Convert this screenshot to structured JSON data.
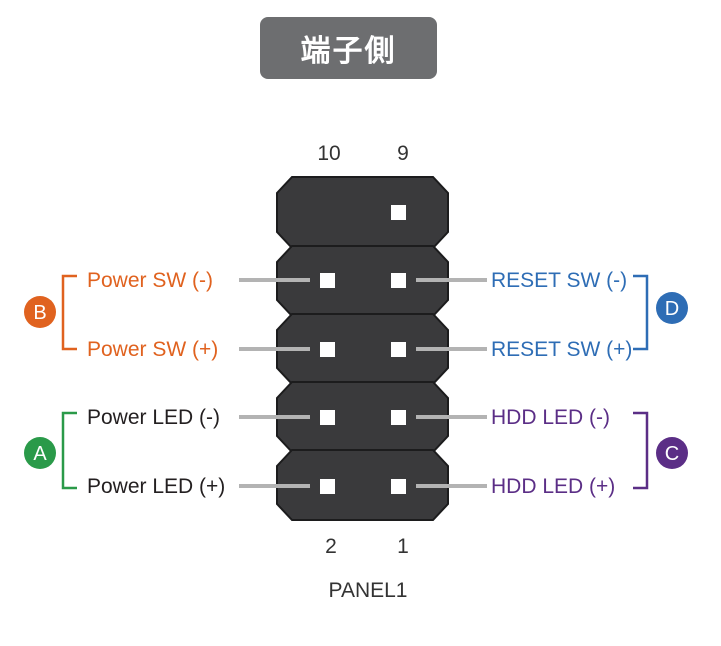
{
  "title": "端子側",
  "header_name": "PANEL1",
  "pin_numbers": {
    "top_left": "10",
    "top_right": "9",
    "bottom_left": "2",
    "bottom_right": "1"
  },
  "colors": {
    "title_bg": "#6d6e70",
    "header_body": "#3a3a3c",
    "lead": "#b3b3b3",
    "orange": "#e0621f",
    "green": "#2a9a49",
    "blue": "#2e6db5",
    "purple": "#5b2e86",
    "black_text": "#231f20"
  },
  "left_labels": [
    {
      "text": "Power SW (-)",
      "color": "orange"
    },
    {
      "text": "Power SW (+)",
      "color": "orange"
    },
    {
      "text": "Power LED (-)",
      "color": "black_text"
    },
    {
      "text": "Power LED (+)",
      "color": "black_text"
    }
  ],
  "right_labels": [
    {
      "text": "RESET SW (-)",
      "color": "blue"
    },
    {
      "text": "RESET SW (+)",
      "color": "blue"
    },
    {
      "text": "HDD LED (-)",
      "color": "purple"
    },
    {
      "text": "HDD LED (+)",
      "color": "purple"
    }
  ],
  "badges": {
    "B": "B",
    "A": "A",
    "D": "D",
    "C": "C"
  }
}
